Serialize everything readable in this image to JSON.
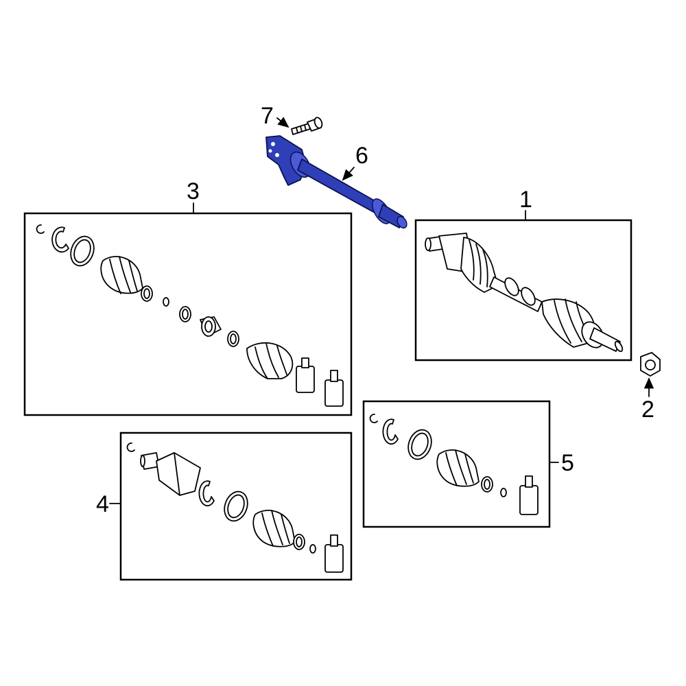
{
  "diagram": {
    "highlight_color": "#2f3fb8",
    "callouts": [
      {
        "id": "c1",
        "label": "1"
      },
      {
        "id": "c2",
        "label": "2"
      },
      {
        "id": "c3",
        "label": "3"
      },
      {
        "id": "c4",
        "label": "4"
      },
      {
        "id": "c5",
        "label": "5"
      },
      {
        "id": "c6",
        "label": "6"
      },
      {
        "id": "c7",
        "label": "7"
      }
    ]
  }
}
